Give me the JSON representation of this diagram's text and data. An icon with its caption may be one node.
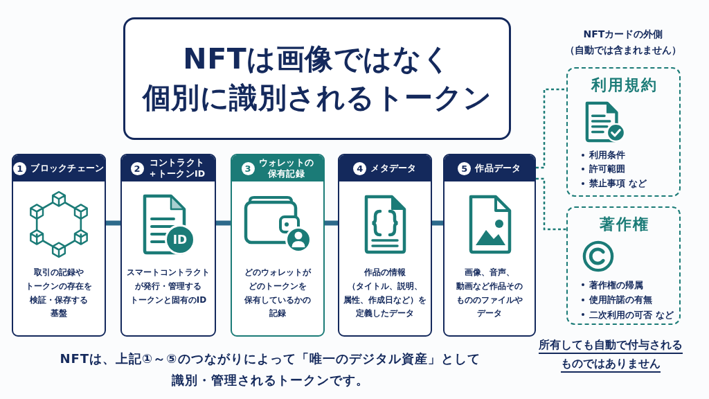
{
  "diagram": {
    "title": "NFTは画像ではなく個別に識別されるトークン",
    "caption": "NFTは、上記①～⑤のつながりによって「**唯一のデジタル資産**」として**識別・管理されるトークン**です。",
    "nodes": [
      {
        "text": [
          "1",
          "ブロックチェーン",
          "取引の記録やトークンの存在を検証・保存する基盤"
        ]
      },
      {
        "text": [
          "2",
          "コントラクト＋トークンID",
          "ID",
          "スマートコントラクトが発行・管理するトークンと固有のID"
        ]
      },
      {
        "text": [
          "3",
          "ウォレットの保有記録",
          "どのウォレットがどのトークンを保有しているかの記録"
        ]
      },
      {
        "text": [
          "4",
          "メタデータ",
          "作品の情報（タイトル、説明、属性、作成日など）を定義したデータ"
        ]
      },
      {
        "text": [
          "5",
          "作品データ",
          "画像、音声、動画など作品そのもののファイルやデータ"
        ]
      },
      {
        "text": [
          "利用規約",
          "利用条件",
          "許可範囲",
          "禁止事項 など"
        ]
      },
      {
        "text": [
          "著作権",
          "著作権の帰属",
          "使用許諾の有無",
          "二次利用の可否 など"
        ]
      }
    ],
    "edges": [
      {
        "from": 0,
        "to": 1,
        "arrow": "none"
      },
      {
        "from": 1,
        "to": 2,
        "arrow": "none"
      },
      {
        "from": 2,
        "to": 3,
        "arrow": "none"
      },
      {
        "from": 3,
        "to": 4,
        "arrow": "none"
      },
      {
        "from": 4,
        "to": 5,
        "arrow": "none",
        "style": "dashed",
        "color": "#1b7b77"
      },
      {
        "from": 4,
        "to": 6,
        "arrow": "none",
        "style": "dashed",
        "color": "#1b7b77"
      }
    ],
    "labels": [
      "NFTカードの外側（自動では含まれません）",
      "所有しても自動で付与されるものではありません"
    ]
  }
}
